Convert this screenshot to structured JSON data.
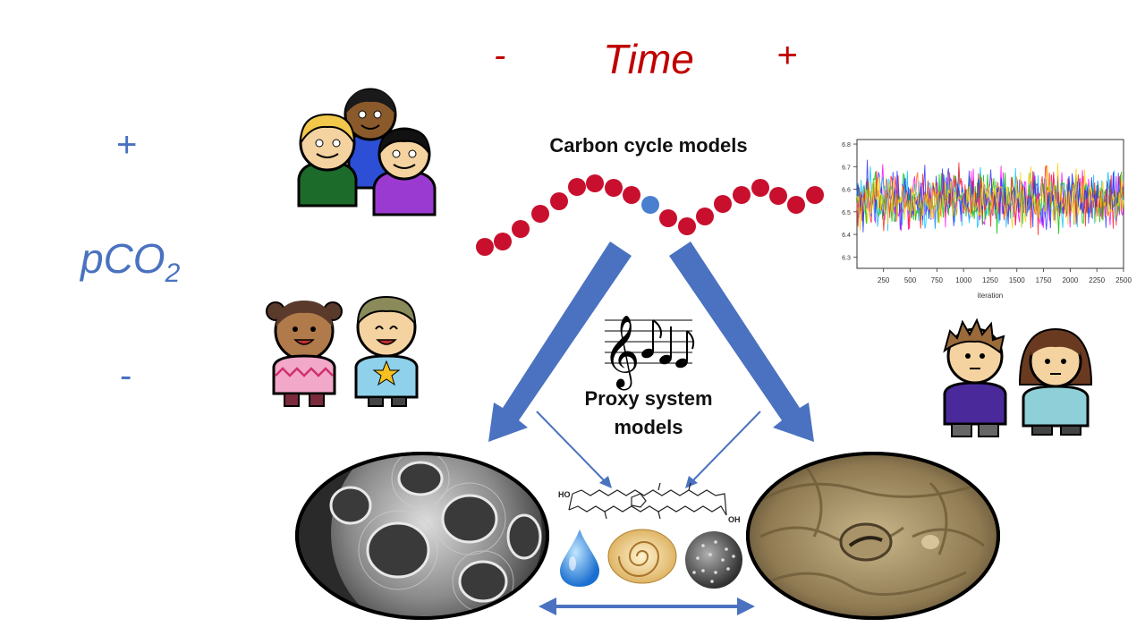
{
  "time_axis": {
    "minus": "-",
    "label": "Time",
    "plus": "+"
  },
  "pco2_axis": {
    "plus": "+",
    "label_main": "pCO",
    "label_sub": "2",
    "minus": "-"
  },
  "carbon_cycle": {
    "title": "Carbon cycle models"
  },
  "proxy": {
    "line1": "Proxy system",
    "line2": "models"
  },
  "molecule": {
    "ho": "HO",
    "oh": "OH"
  },
  "colors": {
    "time": "#c00000",
    "axis": "#4a72c0",
    "arrow": "#4a72c0",
    "bead": "#c8102e",
    "bead_highlight": "#4a7fd0"
  },
  "chart_data": {
    "type": "line",
    "title": "",
    "xlabel": "iteration",
    "ylabel": "",
    "x_ticks": [
      250,
      500,
      750,
      1000,
      1250,
      1500,
      1750,
      2000,
      2250,
      2500
    ],
    "y_ticks": [
      6.3,
      6.4,
      6.5,
      6.6,
      6.7,
      6.8
    ],
    "xlim": [
      1,
      2500
    ],
    "ylim": [
      6.25,
      6.82
    ],
    "series_colors": [
      "#ff00ff",
      "#00c0ff",
      "#00c000",
      "#ff2020",
      "#3030ff",
      "#ffd000"
    ],
    "approx_center": 6.56,
    "approx_spread": 0.12
  }
}
